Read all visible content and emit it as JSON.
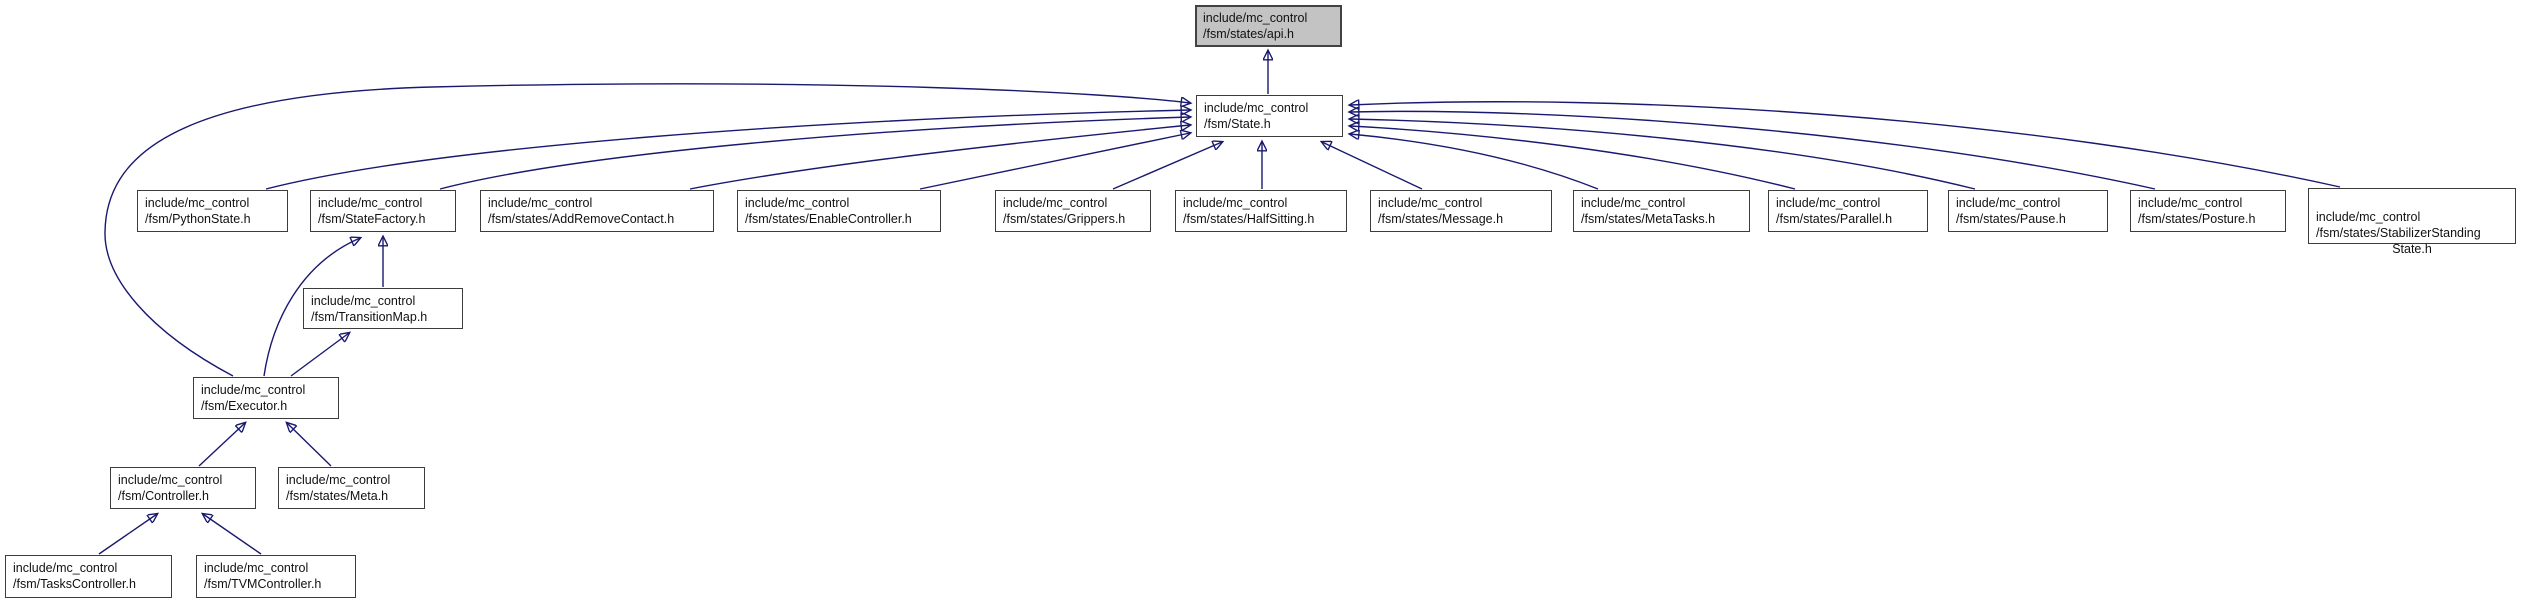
{
  "diagram": {
    "type": "include-dependency-graph",
    "colors": {
      "edge": "#191970",
      "node_fill": "#ffffff",
      "node_border": "#3c3c3c",
      "highlight_node_fill": "#c3c3c3",
      "background": "#ffffff"
    },
    "nodes": [
      {
        "id": "api",
        "label": "include/mc_control\n/fsm/states/api.h",
        "highlighted": true
      },
      {
        "id": "state",
        "label": "include/mc_control\n/fsm/State.h"
      },
      {
        "id": "pythonstate",
        "label": "include/mc_control\n/fsm/PythonState.h"
      },
      {
        "id": "statefactory",
        "label": "include/mc_control\n/fsm/StateFactory.h"
      },
      {
        "id": "addremovecontact",
        "label": "include/mc_control\n/fsm/states/AddRemoveContact.h"
      },
      {
        "id": "enablecontroller",
        "label": "include/mc_control\n/fsm/states/EnableController.h"
      },
      {
        "id": "grippers",
        "label": "include/mc_control\n/fsm/states/Grippers.h"
      },
      {
        "id": "halfsitting",
        "label": "include/mc_control\n/fsm/states/HalfSitting.h"
      },
      {
        "id": "message",
        "label": "include/mc_control\n/fsm/states/Message.h"
      },
      {
        "id": "metatasks",
        "label": "include/mc_control\n/fsm/states/MetaTasks.h"
      },
      {
        "id": "parallel",
        "label": "include/mc_control\n/fsm/states/Parallel.h"
      },
      {
        "id": "pause",
        "label": "include/mc_control\n/fsm/states/Pause.h"
      },
      {
        "id": "posture",
        "label": "include/mc_control\n/fsm/states/Posture.h"
      },
      {
        "id": "stabilizerstanding",
        "label": "include/mc_control\n/fsm/states/StabilizerStanding",
        "label2": "State.h"
      },
      {
        "id": "transitionmap",
        "label": "include/mc_control\n/fsm/TransitionMap.h"
      },
      {
        "id": "executor",
        "label": "include/mc_control\n/fsm/Executor.h"
      },
      {
        "id": "controller",
        "label": "include/mc_control\n/fsm/Controller.h"
      },
      {
        "id": "meta",
        "label": "include/mc_control\n/fsm/states/Meta.h"
      },
      {
        "id": "taskscontroller",
        "label": "include/mc_control\n/fsm/TasksController.h"
      },
      {
        "id": "tvmcontroller",
        "label": "include/mc_control\n/fsm/TVMController.h"
      }
    ],
    "edges": [
      {
        "from": "State.h",
        "to": "api.h"
      },
      {
        "from": "PythonState.h",
        "to": "State.h"
      },
      {
        "from": "StateFactory.h",
        "to": "State.h"
      },
      {
        "from": "AddRemoveContact.h",
        "to": "State.h"
      },
      {
        "from": "EnableController.h",
        "to": "State.h"
      },
      {
        "from": "Grippers.h",
        "to": "State.h"
      },
      {
        "from": "HalfSitting.h",
        "to": "State.h"
      },
      {
        "from": "Message.h",
        "to": "State.h"
      },
      {
        "from": "MetaTasks.h",
        "to": "State.h"
      },
      {
        "from": "Parallel.h",
        "to": "State.h"
      },
      {
        "from": "Pause.h",
        "to": "State.h"
      },
      {
        "from": "Posture.h",
        "to": "State.h"
      },
      {
        "from": "StabilizerStandingState.h",
        "to": "State.h"
      },
      {
        "from": "Executor.h",
        "to": "State.h"
      },
      {
        "from": "TransitionMap.h",
        "to": "StateFactory.h"
      },
      {
        "from": "Executor.h",
        "to": "StateFactory.h"
      },
      {
        "from": "Executor.h",
        "to": "TransitionMap.h"
      },
      {
        "from": "Controller.h",
        "to": "Executor.h"
      },
      {
        "from": "Meta.h",
        "to": "Executor.h"
      },
      {
        "from": "TasksController.h",
        "to": "Controller.h"
      },
      {
        "from": "TVMController.h",
        "to": "Controller.h"
      }
    ]
  }
}
